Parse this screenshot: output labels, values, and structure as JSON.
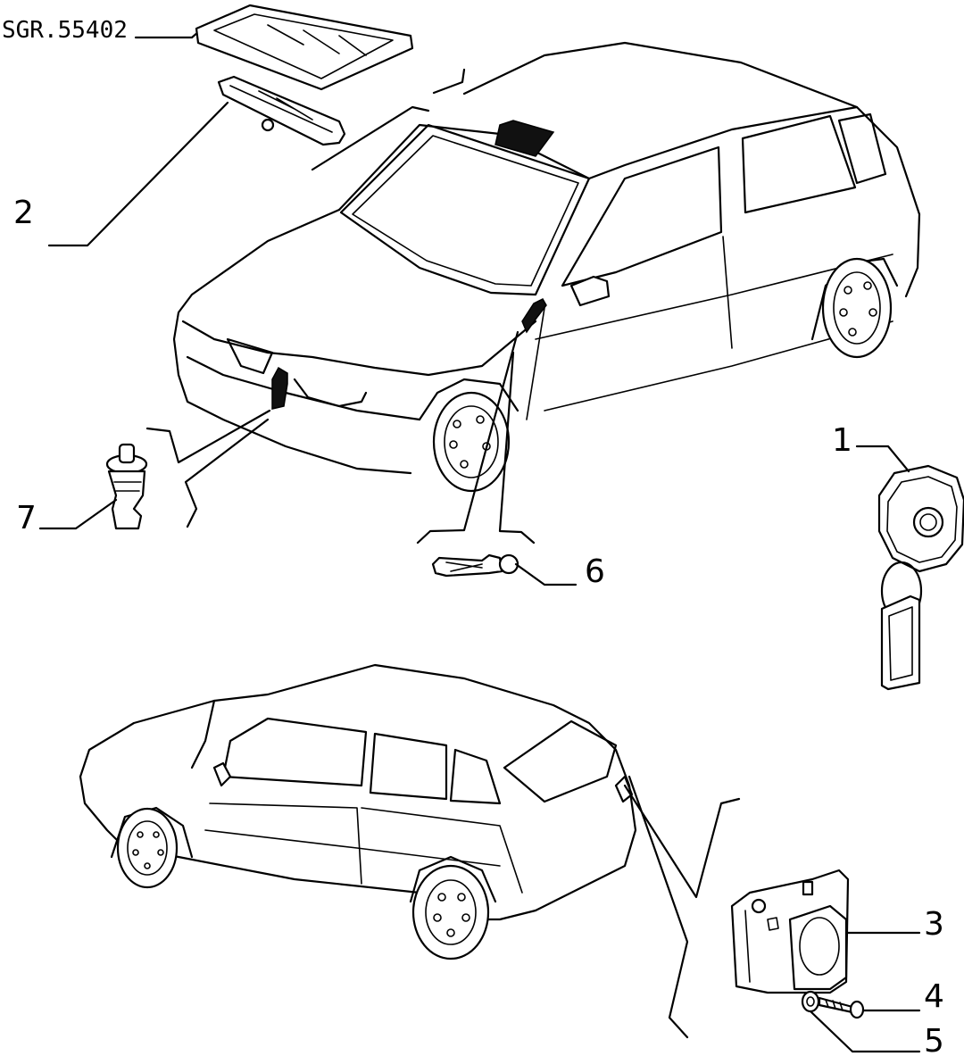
{
  "drawing_code": "SGR.55402",
  "callouts": [
    {
      "id": "1",
      "label": "1"
    },
    {
      "id": "2",
      "label": "2"
    },
    {
      "id": "3",
      "label": "3"
    },
    {
      "id": "4",
      "label": "4"
    },
    {
      "id": "5",
      "label": "5"
    },
    {
      "id": "6",
      "label": "6"
    },
    {
      "id": "7",
      "label": "7"
    }
  ],
  "colors": {
    "ink": "#000000",
    "paper": "#ffffff"
  }
}
